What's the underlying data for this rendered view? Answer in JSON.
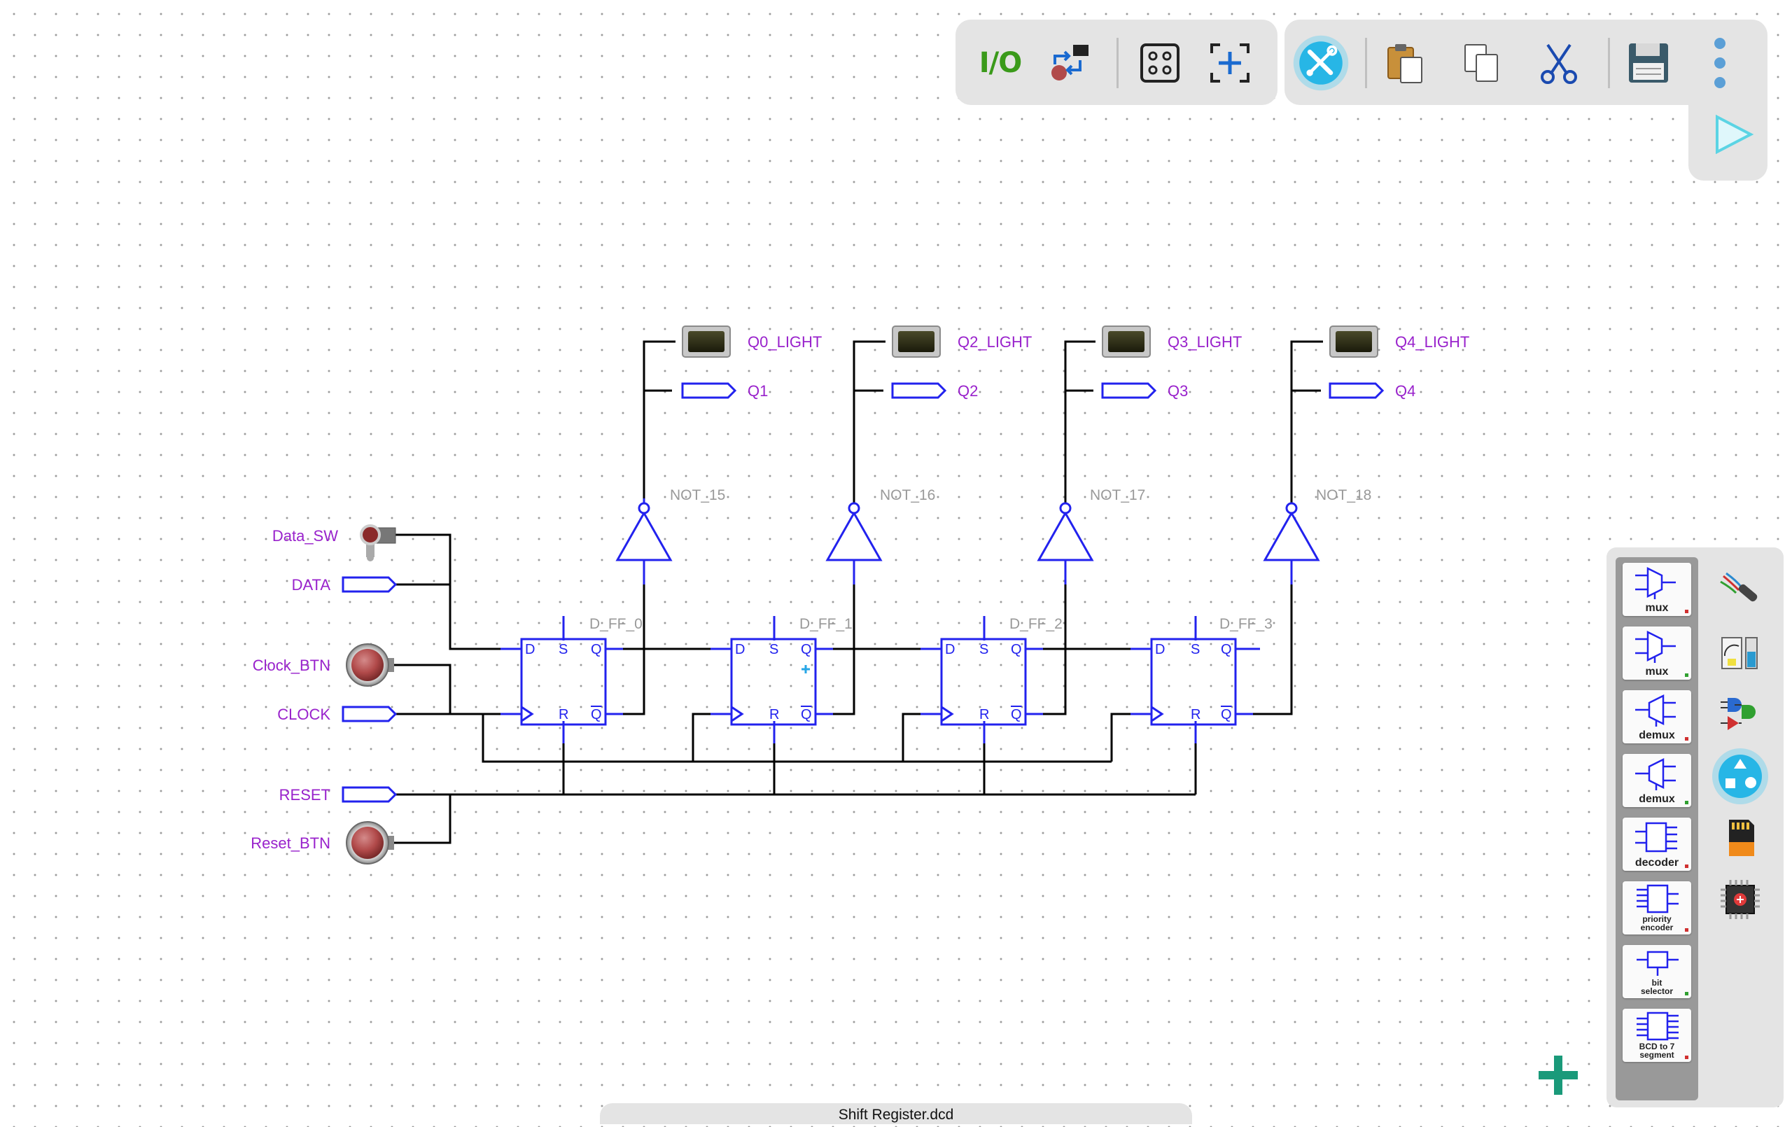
{
  "file": {
    "name": "Shift Register.dcd"
  },
  "toolbar_left": {
    "io_label": "I/O"
  },
  "circuit": {
    "inputs": {
      "data_sw": "Data_SW",
      "data": "DATA",
      "clock_btn": "Clock_BTN",
      "clock": "CLOCK",
      "reset": "RESET",
      "reset_btn": "Reset_BTN"
    },
    "flipflops": [
      {
        "name": "D_FF_0"
      },
      {
        "name": "D_FF_1"
      },
      {
        "name": "D_FF_2"
      },
      {
        "name": "D_FF_3"
      }
    ],
    "pins": {
      "d": "D",
      "s": "S",
      "q": "Q",
      "r": "R",
      "qbar": "Q"
    },
    "not_gates": [
      "NOT_15",
      "NOT_16",
      "NOT_17",
      "NOT_18"
    ],
    "lights": [
      "Q0_LIGHT",
      "Q2_LIGHT",
      "Q3_LIGHT",
      "Q4_LIGHT"
    ],
    "outputs": [
      "Q1",
      "Q2",
      "Q3",
      "Q4"
    ]
  },
  "components_panel": {
    "items": [
      {
        "label": "mux",
        "badge_color": "#d03030"
      },
      {
        "label": "mux",
        "badge_color": "#30a030"
      },
      {
        "label": "demux",
        "badge_color": "#d03030"
      },
      {
        "label": "demux",
        "badge_color": "#30a030"
      },
      {
        "label": "decoder",
        "badge_color": "#d03030"
      },
      {
        "label_line1": "priority",
        "label_line2": "encoder",
        "badge_color": "#d03030"
      },
      {
        "label_line1": "bit",
        "label_line2": "selector",
        "badge_color": "#30a030"
      },
      {
        "label_line1": "BCD to 7",
        "label_line2": "segment",
        "badge_color": "#d03030"
      }
    ]
  },
  "colors": {
    "wire": "#000000",
    "component": "#2222ee",
    "label_purple": "#9922cc",
    "label_gray": "#999999",
    "accent_cyan": "#27b6e6",
    "add_green": "#1a9a7a"
  }
}
